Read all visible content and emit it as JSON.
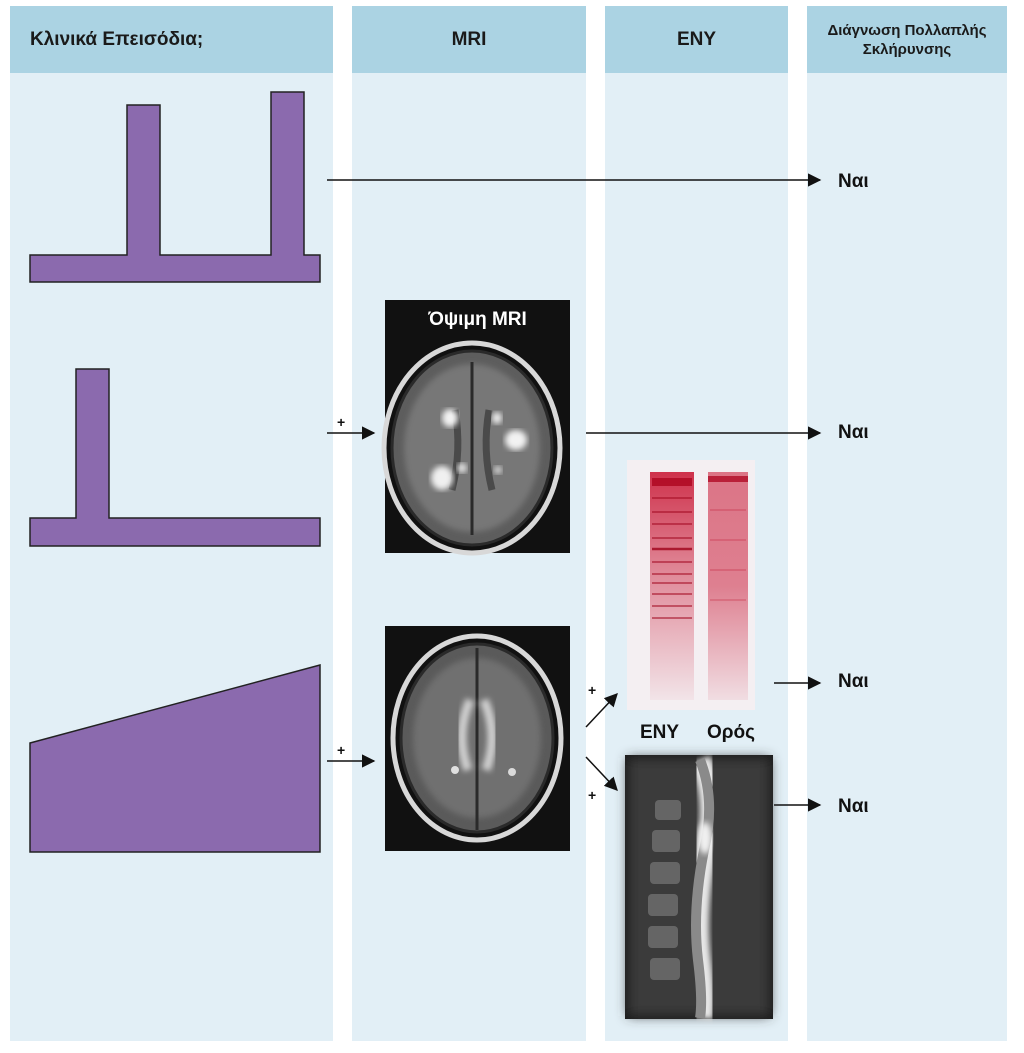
{
  "headers": {
    "clinical": "Κλινικά Επεισόδια;",
    "mri": "MRI",
    "csf": "ENY",
    "diagnosis_line1": "Διάγνωση Πολλαπλής",
    "diagnosis_line2": "Σκλήρυνσης"
  },
  "rows": {
    "row1_result": "Ναι",
    "row2_result": "Ναι",
    "row3_result_csf": "Ναι",
    "row3_result_spine": "Ναι"
  },
  "labels": {
    "late_mri": "Όψιμη MRI",
    "csf_lane": "ENY",
    "serum_lane": "Ορός",
    "plus": "+"
  },
  "colors": {
    "header_bg": "#abd3e3",
    "column_bg": "#e2eff6",
    "episode_fill": "#8b6aae",
    "band_red": "#c8102e"
  }
}
